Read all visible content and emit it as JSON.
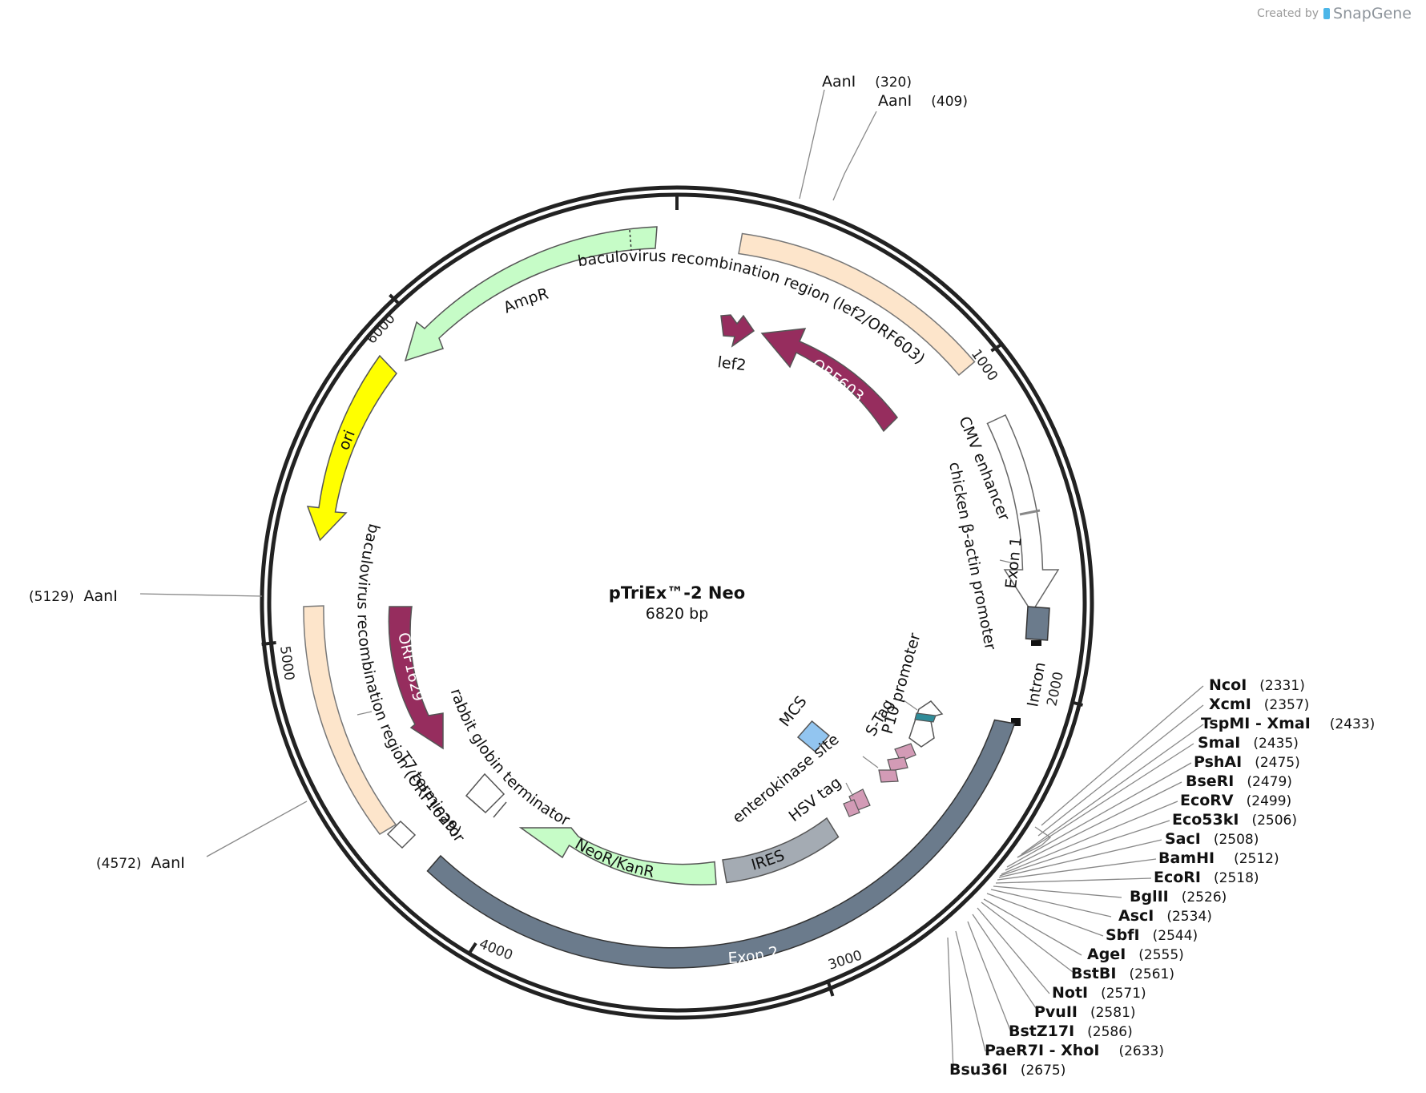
{
  "credit": {
    "prefix": "Created by",
    "brand": "SnapGene"
  },
  "plasmid": {
    "name": "pTriEx™-2 Neo",
    "length_label": "6820 bp",
    "length": 6820
  },
  "ruler": {
    "tick_positions": [
      0,
      1000,
      2000,
      3000,
      4000,
      5000,
      6000
    ],
    "tick_labels": [
      "1000",
      "2000",
      "3000",
      "4000",
      "5000",
      "6000"
    ]
  },
  "features": [
    {
      "label": "baculovirus recombination region (lef2/ORF603)",
      "color": "#fde5cb"
    },
    {
      "label": "CMV enhancer",
      "color": "#ffffff"
    },
    {
      "label": "chicken β-actin promoter",
      "color": "#ffffff"
    },
    {
      "label": "Exon 1",
      "color": "#6b7b8c"
    },
    {
      "label": "Intron",
      "color": "#ffffff"
    },
    {
      "label": "Exon 2",
      "color": "#6b7b8c"
    },
    {
      "label": "P10 promoter",
      "color": "#ffffff"
    },
    {
      "label": "S-Tag",
      "color": "#2f8c99"
    },
    {
      "label": "enterokinase site",
      "color": "#d39bb6"
    },
    {
      "label": "HSV tag",
      "color": "#d39bb6"
    },
    {
      "label": "MCS",
      "color": "#92c5f0"
    },
    {
      "label": "IRES",
      "color": "#a4abb3"
    },
    {
      "label": "NeoR/KanR",
      "color": "#c6fcc7"
    },
    {
      "label": "rabbit globin terminator",
      "color": "#ffffff"
    },
    {
      "label": "ORF1629",
      "color": "#962d5e"
    },
    {
      "label": "T7 terminator",
      "color": "#ffffff"
    },
    {
      "label": "baculovirus recombination region (ORF1629)",
      "color": "#fde5cb"
    },
    {
      "label": "ori",
      "color": "#ffff00"
    },
    {
      "label": "AmpR",
      "color": "#c6fcc7"
    },
    {
      "label": "lef2",
      "color": "#962d5e"
    },
    {
      "label": "ORF603",
      "color": "#962d5e"
    }
  ],
  "sites": [
    {
      "name": "AanI",
      "pos": "(320)"
    },
    {
      "name": "AanI",
      "pos": "(409)"
    },
    {
      "name": "AanI",
      "pos": "(5129)"
    },
    {
      "name": "AanI",
      "pos": "(4572)"
    },
    {
      "name": "NcoI",
      "pos": "(2331)"
    },
    {
      "name": "XcmI",
      "pos": "(2357)"
    },
    {
      "name": "TspMI - XmaI",
      "pos": "(2433)"
    },
    {
      "name": "SmaI",
      "pos": "(2435)"
    },
    {
      "name": "PshAI",
      "pos": "(2475)"
    },
    {
      "name": "BseRI",
      "pos": "(2479)"
    },
    {
      "name": "EcoRV",
      "pos": "(2499)"
    },
    {
      "name": "Eco53kI",
      "pos": "(2506)"
    },
    {
      "name": "SacI",
      "pos": "(2508)"
    },
    {
      "name": "BamHI",
      "pos": "(2512)"
    },
    {
      "name": "EcoRI",
      "pos": "(2518)"
    },
    {
      "name": "BglII",
      "pos": "(2526)"
    },
    {
      "name": "AscI",
      "pos": "(2534)"
    },
    {
      "name": "SbfI",
      "pos": "(2544)"
    },
    {
      "name": "AgeI",
      "pos": "(2555)"
    },
    {
      "name": "BstBI",
      "pos": "(2561)"
    },
    {
      "name": "NotI",
      "pos": "(2571)"
    },
    {
      "name": "PvuII",
      "pos": "(2581)"
    },
    {
      "name": "BstZ17I",
      "pos": "(2586)"
    },
    {
      "name": "PaeR7I - XhoI",
      "pos": "(2633)"
    },
    {
      "name": "Bsu36I",
      "pos": "(2675)"
    }
  ]
}
